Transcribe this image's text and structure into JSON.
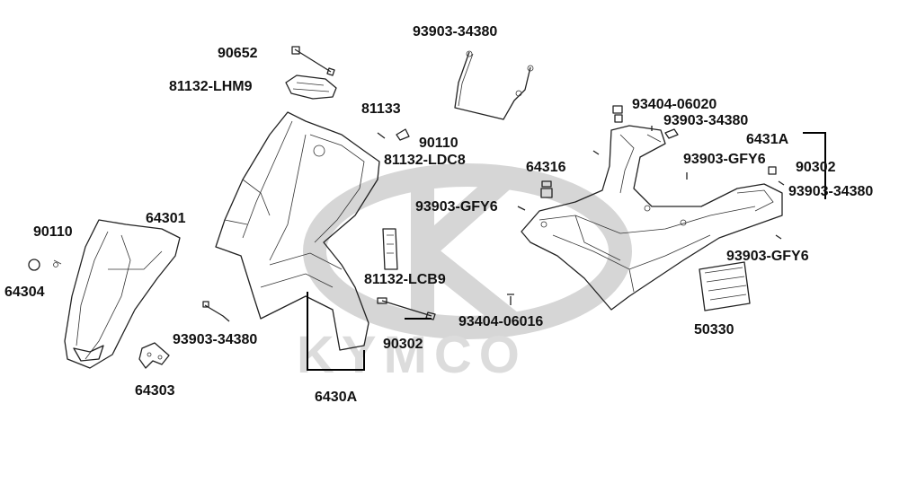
{
  "watermark": {
    "brand": "KYMCO"
  },
  "labels": {
    "p_90652": "90652",
    "p_81132_lhm9": "81132-LHM9",
    "p_93903_34380_top": "93903-34380",
    "p_81133": "81133",
    "p_90110_a": "90110",
    "p_81132_ldc8": "81132-LDC8",
    "p_93404_06020": "93404-06020",
    "p_93903_34380_r1": "93903-34380",
    "p_6431a": "6431A",
    "p_64316": "64316",
    "p_93903_gfy6_a": "93903-GFY6",
    "p_90302_a": "90302",
    "p_93903_34380_r2": "93903-34380",
    "p_90110_b": "90110",
    "p_64301": "64301",
    "p_93903_gfy6_b": "93903-GFY6",
    "p_93903_gfy6_c": "93903-GFY6",
    "p_64304": "64304",
    "p_81132_lcb9": "81132-LCB9",
    "p_93903_34380_l": "93903-34380",
    "p_93404_06016": "93404-06016",
    "p_50330": "50330",
    "p_90302_b": "90302",
    "p_64303": "64303",
    "p_6430a": "6430A"
  }
}
